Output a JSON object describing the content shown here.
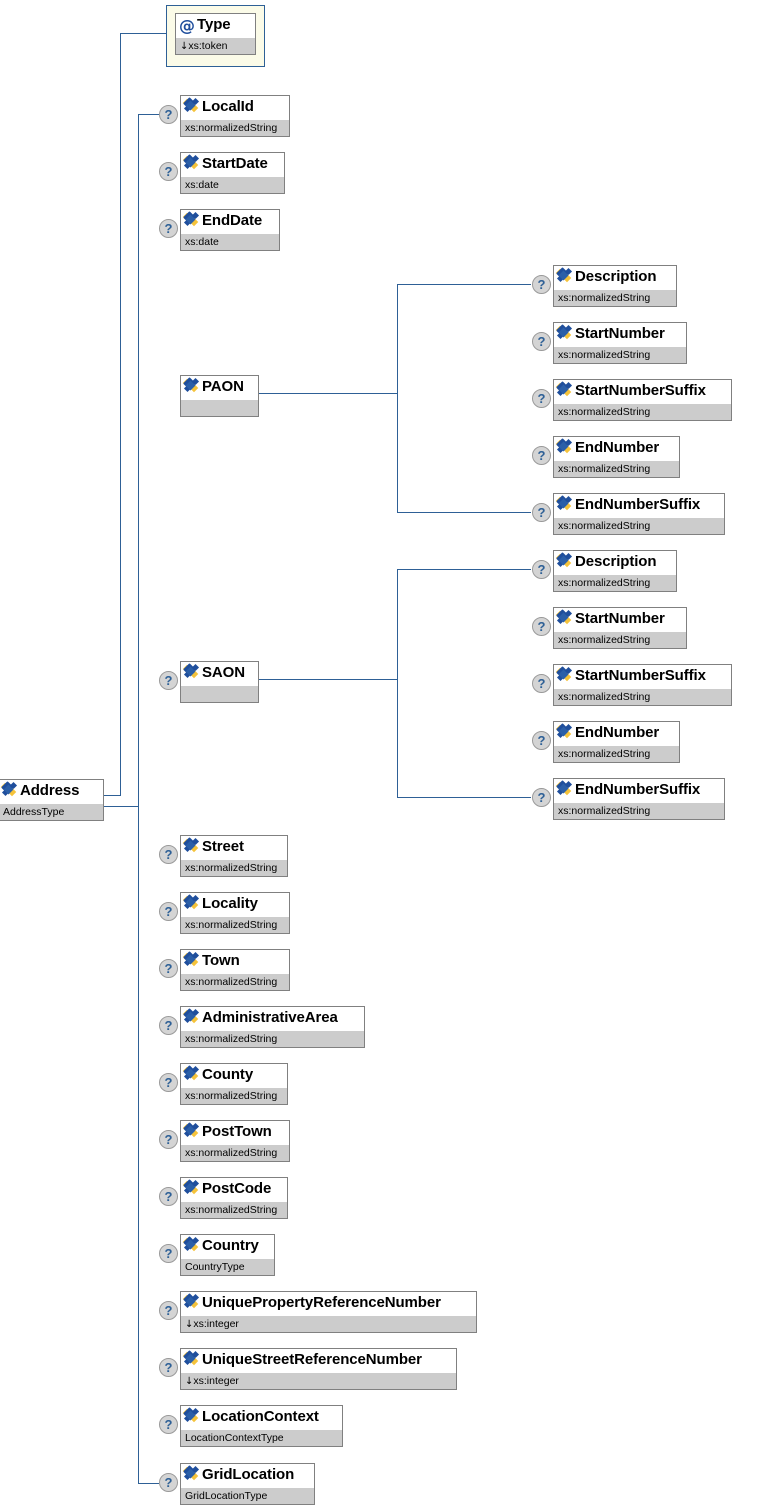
{
  "diagram": {
    "title": "Address element schema tree",
    "line_color": "#2e6096",
    "box_border_color": "#808080",
    "type_strip_color": "#cccccc",
    "attribute_frame_color": "#2e6096",
    "attribute_frame_fill": "#fbfbe8",
    "optional_marker": "?"
  },
  "root": {
    "name": "Address",
    "type": "AddressType",
    "icon": "element-icon",
    "optional": false
  },
  "attributes": [
    {
      "name": "Type",
      "type": "xs:token",
      "icon": "attribute-icon",
      "derived": true,
      "optional": false
    }
  ],
  "children": [
    {
      "name": "LocalId",
      "type": "xs:normalizedString",
      "icon": "element-icon",
      "optional": true,
      "derived": false
    },
    {
      "name": "StartDate",
      "type": "xs:date",
      "icon": "element-icon",
      "optional": true,
      "derived": false
    },
    {
      "name": "EndDate",
      "type": "xs:date",
      "icon": "element-icon",
      "optional": true,
      "derived": false
    },
    {
      "name": "PAON",
      "type": "",
      "icon": "element-icon",
      "optional": false,
      "derived": false
    },
    {
      "name": "SAON",
      "type": "",
      "icon": "element-icon",
      "optional": true,
      "derived": false
    },
    {
      "name": "Street",
      "type": "xs:normalizedString",
      "icon": "element-icon",
      "optional": true,
      "derived": false
    },
    {
      "name": "Locality",
      "type": "xs:normalizedString",
      "icon": "element-icon",
      "optional": true,
      "derived": false
    },
    {
      "name": "Town",
      "type": "xs:normalizedString",
      "icon": "element-icon",
      "optional": true,
      "derived": false
    },
    {
      "name": "AdministrativeArea",
      "type": "xs:normalizedString",
      "icon": "element-icon",
      "optional": true,
      "derived": false
    },
    {
      "name": "County",
      "type": "xs:normalizedString",
      "icon": "element-icon",
      "optional": true,
      "derived": false
    },
    {
      "name": "PostTown",
      "type": "xs:normalizedString",
      "icon": "element-icon",
      "optional": true,
      "derived": false
    },
    {
      "name": "PostCode",
      "type": "xs:normalizedString",
      "icon": "element-icon",
      "optional": true,
      "derived": false
    },
    {
      "name": "Country",
      "type": "CountryType",
      "icon": "element-icon",
      "optional": true,
      "derived": false
    },
    {
      "name": "UniquePropertyReferenceNumber",
      "type": "xs:integer",
      "icon": "element-icon",
      "optional": true,
      "derived": true
    },
    {
      "name": "UniqueStreetReferenceNumber",
      "type": "xs:integer",
      "icon": "element-icon",
      "optional": true,
      "derived": true
    },
    {
      "name": "LocationContext",
      "type": "LocationContextType",
      "icon": "element-icon",
      "optional": true,
      "derived": false
    },
    {
      "name": "GridLocation",
      "type": "GridLocationType",
      "icon": "element-icon",
      "optional": true,
      "derived": false
    }
  ],
  "paon_children": [
    {
      "name": "Description",
      "type": "xs:normalizedString",
      "icon": "element-icon",
      "optional": true,
      "derived": false
    },
    {
      "name": "StartNumber",
      "type": "xs:normalizedString",
      "icon": "element-icon",
      "optional": true,
      "derived": false
    },
    {
      "name": "StartNumberSuffix",
      "type": "xs:normalizedString",
      "icon": "element-icon",
      "optional": true,
      "derived": false
    },
    {
      "name": "EndNumber",
      "type": "xs:normalizedString",
      "icon": "element-icon",
      "optional": true,
      "derived": false
    },
    {
      "name": "EndNumberSuffix",
      "type": "xs:normalizedString",
      "icon": "element-icon",
      "optional": true,
      "derived": false
    }
  ],
  "saon_children": [
    {
      "name": "Description",
      "type": "xs:normalizedString",
      "icon": "element-icon",
      "optional": true,
      "derived": false
    },
    {
      "name": "StartNumber",
      "type": "xs:normalizedString",
      "icon": "element-icon",
      "optional": true,
      "derived": false
    },
    {
      "name": "StartNumberSuffix",
      "type": "xs:normalizedString",
      "icon": "element-icon",
      "optional": true,
      "derived": false
    },
    {
      "name": "EndNumber",
      "type": "xs:normalizedString",
      "icon": "element-icon",
      "optional": true,
      "derived": false
    },
    {
      "name": "EndNumberSuffix",
      "type": "xs:normalizedString",
      "icon": "element-icon",
      "optional": true,
      "derived": false
    }
  ]
}
